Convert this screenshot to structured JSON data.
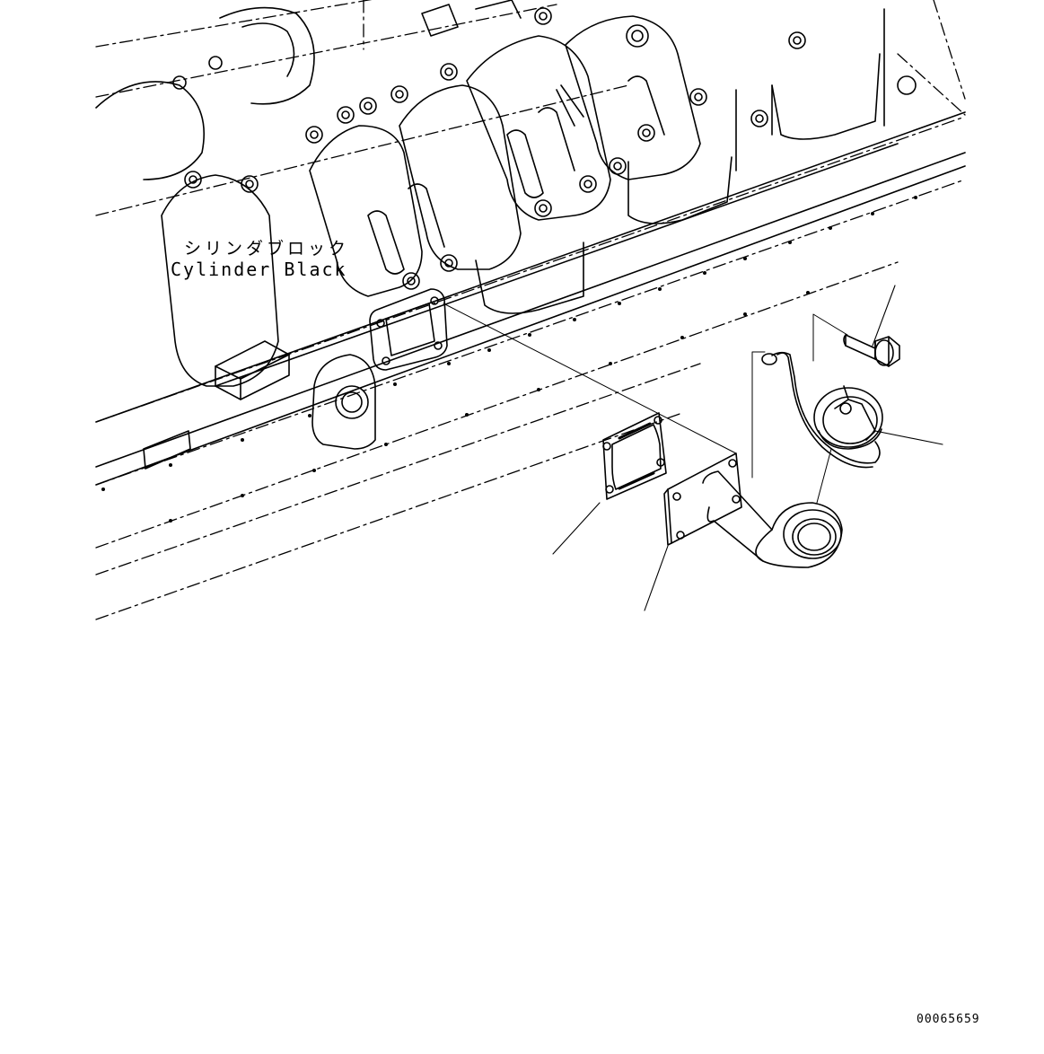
{
  "labels": {
    "cylinder_block_jp": "シリンダブロック",
    "cylinder_block_en": "Cylinder Black"
  },
  "drawing_number": "00065659"
}
